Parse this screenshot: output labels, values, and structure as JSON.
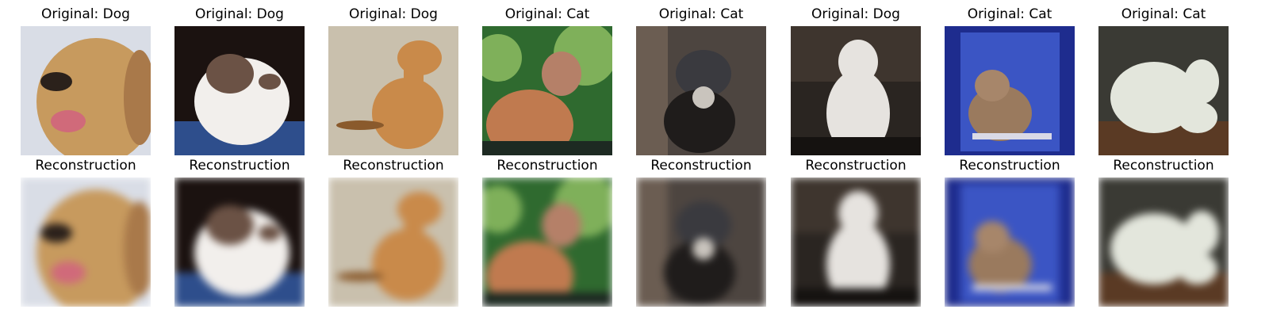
{
  "figure": {
    "columns": [
      {
        "original_title": "Original: Dog",
        "reconstruction_title": "Reconstruction",
        "subject": "dog",
        "palette": {
          "bg": "#d9dde6",
          "body": "#c79a5e",
          "dark": "#2b211b",
          "accent": "#e7c89a"
        }
      },
      {
        "original_title": "Original: Dog",
        "reconstruction_title": "Reconstruction",
        "subject": "dog",
        "palette": {
          "bg": "#1b1210",
          "body": "#f2efec",
          "dark": "#6b5245",
          "accent": "#2e4e8c"
        }
      },
      {
        "original_title": "Original: Dog",
        "reconstruction_title": "Reconstruction",
        "subject": "dog",
        "palette": {
          "bg": "#c9c0ad",
          "body": "#c98a4a",
          "dark": "#8a5a2c",
          "accent": "#b0a691"
        }
      },
      {
        "original_title": "Original: Cat",
        "reconstruction_title": "Reconstruction",
        "subject": "cat",
        "palette": {
          "bg": "#2f6a2f",
          "body": "#c07a4f",
          "dark": "#1d2a22",
          "accent": "#7fb05a"
        }
      },
      {
        "original_title": "Original: Cat",
        "reconstruction_title": "Reconstruction",
        "subject": "cat",
        "palette": {
          "bg": "#4d4540",
          "body": "#3a3a3f",
          "dark": "#1f1c1b",
          "accent": "#c9c4bd"
        }
      },
      {
        "original_title": "Original: Dog",
        "reconstruction_title": "Reconstruction",
        "subject": "dog",
        "palette": {
          "bg": "#2a2521",
          "body": "#e6e3df",
          "dark": "#151210",
          "accent": "#9a8e82"
        }
      },
      {
        "original_title": "Original: Cat",
        "reconstruction_title": "Reconstruction",
        "subject": "cat",
        "palette": {
          "bg": "#1e2c8e",
          "body": "#9a7a5e",
          "dark": "#3d2f28",
          "accent": "#3b55c4"
        }
      },
      {
        "original_title": "Original: Cat",
        "reconstruction_title": "Reconstruction",
        "subject": "cat",
        "palette": {
          "bg": "#3a3a34",
          "body": "#e3e6dc",
          "dark": "#5a3a24",
          "accent": "#8a7a5a"
        }
      }
    ]
  }
}
